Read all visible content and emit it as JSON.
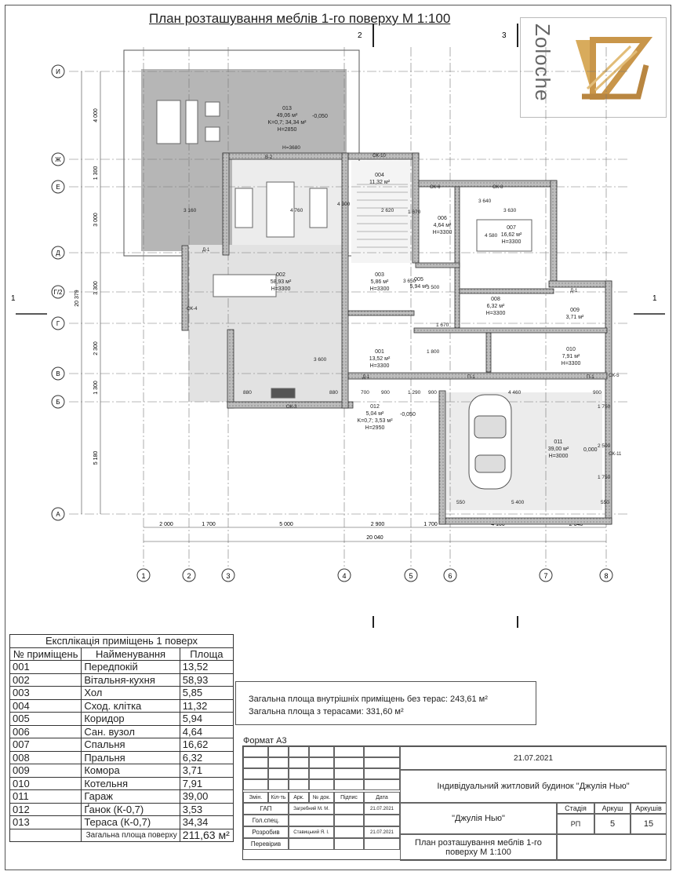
{
  "title": "План розташування меблів 1-го поверху  М 1:100",
  "logo": {
    "text": "Zoloche",
    "accent": "#c9964a"
  },
  "axes": {
    "letters": [
      "И",
      "Ж",
      "Е",
      "Д",
      "Г/2",
      "Г",
      "В",
      "Б",
      "А"
    ],
    "numbers": [
      "1",
      "2",
      "3",
      "4",
      "5",
      "6",
      "7",
      "8"
    ],
    "bottom_dims": [
      "2 000",
      "1 700",
      "5 000",
      "2 900",
      "1 700",
      "4 100",
      "2 640"
    ],
    "total_width": "20 040",
    "left_dims": [
      "4 000",
      "1 300",
      "3 000",
      "3 300",
      "2 300",
      "1 300",
      "5 180"
    ],
    "total_height": "20 379",
    "section_marks": [
      "2",
      "3",
      "1"
    ]
  },
  "rooms": [
    {
      "num": "013",
      "area": "49,06 м²",
      "extra": "K=0,7; 34,34 м²",
      "level": "-0,050",
      "h": "H=2850"
    },
    {
      "num": "002",
      "area": "58,93 м²",
      "h": "H=3300"
    },
    {
      "num": "004",
      "area": "11,32 м²"
    },
    {
      "num": "003",
      "area": "5,86 м²",
      "h": "H=3300"
    },
    {
      "num": "006",
      "area": "4,64 м²",
      "h": "H=3300"
    },
    {
      "num": "005",
      "area": "5,94 м²"
    },
    {
      "num": "007",
      "area": "16,62 м²",
      "h": "H=3300"
    },
    {
      "num": "008",
      "area": "6,32 м²",
      "h": "H=3300"
    },
    {
      "num": "009",
      "area": "3,71 м²"
    },
    {
      "num": "010",
      "area": "7,91 м²",
      "h": "H=3300"
    },
    {
      "num": "001",
      "area": "13,52 м²",
      "h": "H=3300"
    },
    {
      "num": "012",
      "area": "5,04 м²",
      "extra": "K=0,7; 3,53 м²",
      "level": "-0,050",
      "h": "H=2950"
    },
    {
      "num": "011",
      "area": "39,00 м²",
      "h": "H=3000",
      "level": "0,000"
    }
  ],
  "openings": [
    "ОК-10",
    "ОК-6",
    "ОК-8",
    "Д-1",
    "ОК-4",
    "ОК-3",
    "ОК-5",
    "Д-1",
    "Д-1",
    "П-1",
    "П-1",
    "ОК-11",
    "В-2"
  ],
  "dims_inner": [
    "H=3680",
    "3 160",
    "4 760",
    "2 620",
    "3 630",
    "880",
    "880",
    "700",
    "900",
    "1 290",
    "900",
    "4 460",
    "900",
    "5 400",
    "550",
    "550",
    "1 670",
    "1 670",
    "3 640",
    "4 300",
    "4 580",
    "3 650",
    "3 500",
    "3 600",
    "1 800",
    "2 500",
    "1 750",
    "1 750"
  ],
  "explication": {
    "caption": "Експлікація приміщень 1 поверх",
    "headers": [
      "№ приміщень",
      "Найменування",
      "Площа"
    ],
    "rows": [
      [
        "001",
        "Передпокій",
        "13,52"
      ],
      [
        "002",
        "Вітальня-кухня",
        "58,93"
      ],
      [
        "003",
        "Хол",
        "5,85"
      ],
      [
        "004",
        "Сход. клітка",
        "11,32"
      ],
      [
        "005",
        "Коридор",
        "5,94"
      ],
      [
        "006",
        "Сан. вузол",
        "4,64"
      ],
      [
        "007",
        "Спальня",
        "16,62"
      ],
      [
        "008",
        "Пральня",
        "6,32"
      ],
      [
        "009",
        "Комора",
        "3,71"
      ],
      [
        "010",
        "Котельня",
        "7,91"
      ],
      [
        "011",
        "Гараж",
        "39,00"
      ],
      [
        "012",
        "Ґанок (К-0,7)",
        "3,53"
      ],
      [
        "013",
        "Тераса (К-0,7)",
        "34,34"
      ]
    ],
    "total_label": "Загальна площа поверху",
    "total_value": "211,63 м²"
  },
  "areas": {
    "line1": "Загальна площа внутрішніх приміщень без терас: 243,61 м²",
    "line2": "Загальна площа з терасами: 331,60 м²"
  },
  "stamp": {
    "format": "Формат А3",
    "date_top": "21.07.2021",
    "project": "Індивідуальний житловий будинок \"Джулія Нью\"",
    "col_heads": [
      "Змін.",
      "Кіл-ть",
      "Арк.",
      "№ док.",
      "Підпис",
      "Дата"
    ],
    "roles": [
      "ГАП",
      "Гол.спец.",
      "Розробив",
      "Перевірив"
    ],
    "gap_name": "Загребний М. М.",
    "gap_date": "21.07.2021",
    "dev_name": "Ставицький Я. І.",
    "dev_date": "21.07.2021",
    "object": "\"Джулія Нью\"",
    "stage_head": "Стадія",
    "sheet_head": "Аркуш",
    "sheets_head": "Аркушів",
    "stage": "РП",
    "sheet": "5",
    "sheets": "15",
    "drawing": "План розташування меблів 1-го поверху  М 1:100"
  }
}
